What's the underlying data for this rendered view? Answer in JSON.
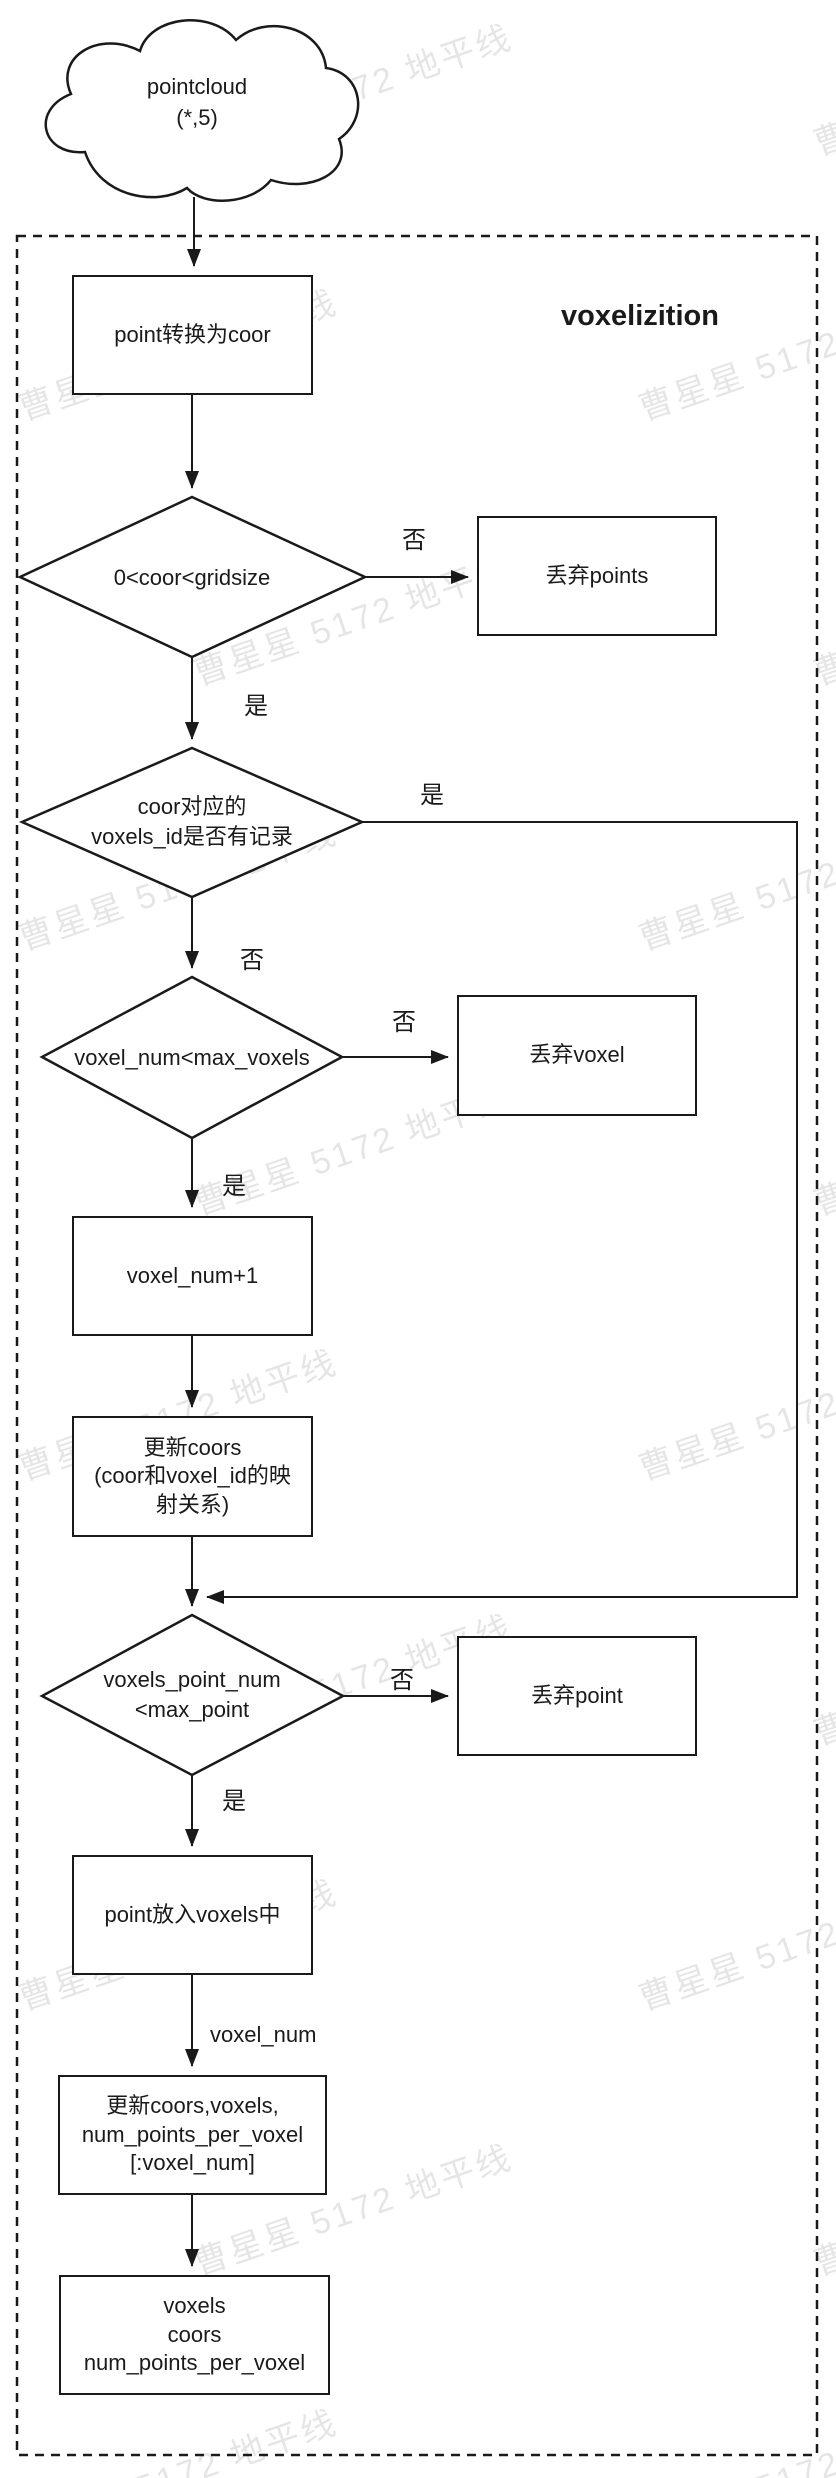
{
  "title": "voxelizition",
  "cloud": {
    "label": "pointcloud\n(*,5)"
  },
  "nodes": {
    "convert": "point转换为coor",
    "check_range": "0<coor<gridsize",
    "discard_points": "丢弃points",
    "check_recorded": "coor对应的\nvoxels_id是否有记录",
    "check_voxel_num": "voxel_num<max_voxels",
    "discard_voxel": "丢弃voxel",
    "voxel_num_inc": "voxel_num+1",
    "update_coors": "更新coors\n(coor和voxel_id的映\n射关系)",
    "check_point_num": "voxels_point_num\n<max_point",
    "discard_point": "丢弃point",
    "put_point": "point放入voxels中",
    "update_arrays": "更新coors,voxels,\nnum_points_per_voxel\n[:voxel_num]",
    "output": "voxels\ncoors\nnum_points_per_voxel"
  },
  "edge_labels": {
    "no1": "否",
    "yes1": "是",
    "yes2": "是",
    "no2": "否",
    "no3": "否",
    "yes3": "是",
    "no4": "否",
    "yes4": "是",
    "voxel_num": "voxel_num"
  },
  "watermark": {
    "text": "曹星星 5172 地平线"
  },
  "colors": {
    "line": "#1a1a1a",
    "background": "#ffffff",
    "watermark": "rgba(0,0,0,0.10)"
  }
}
